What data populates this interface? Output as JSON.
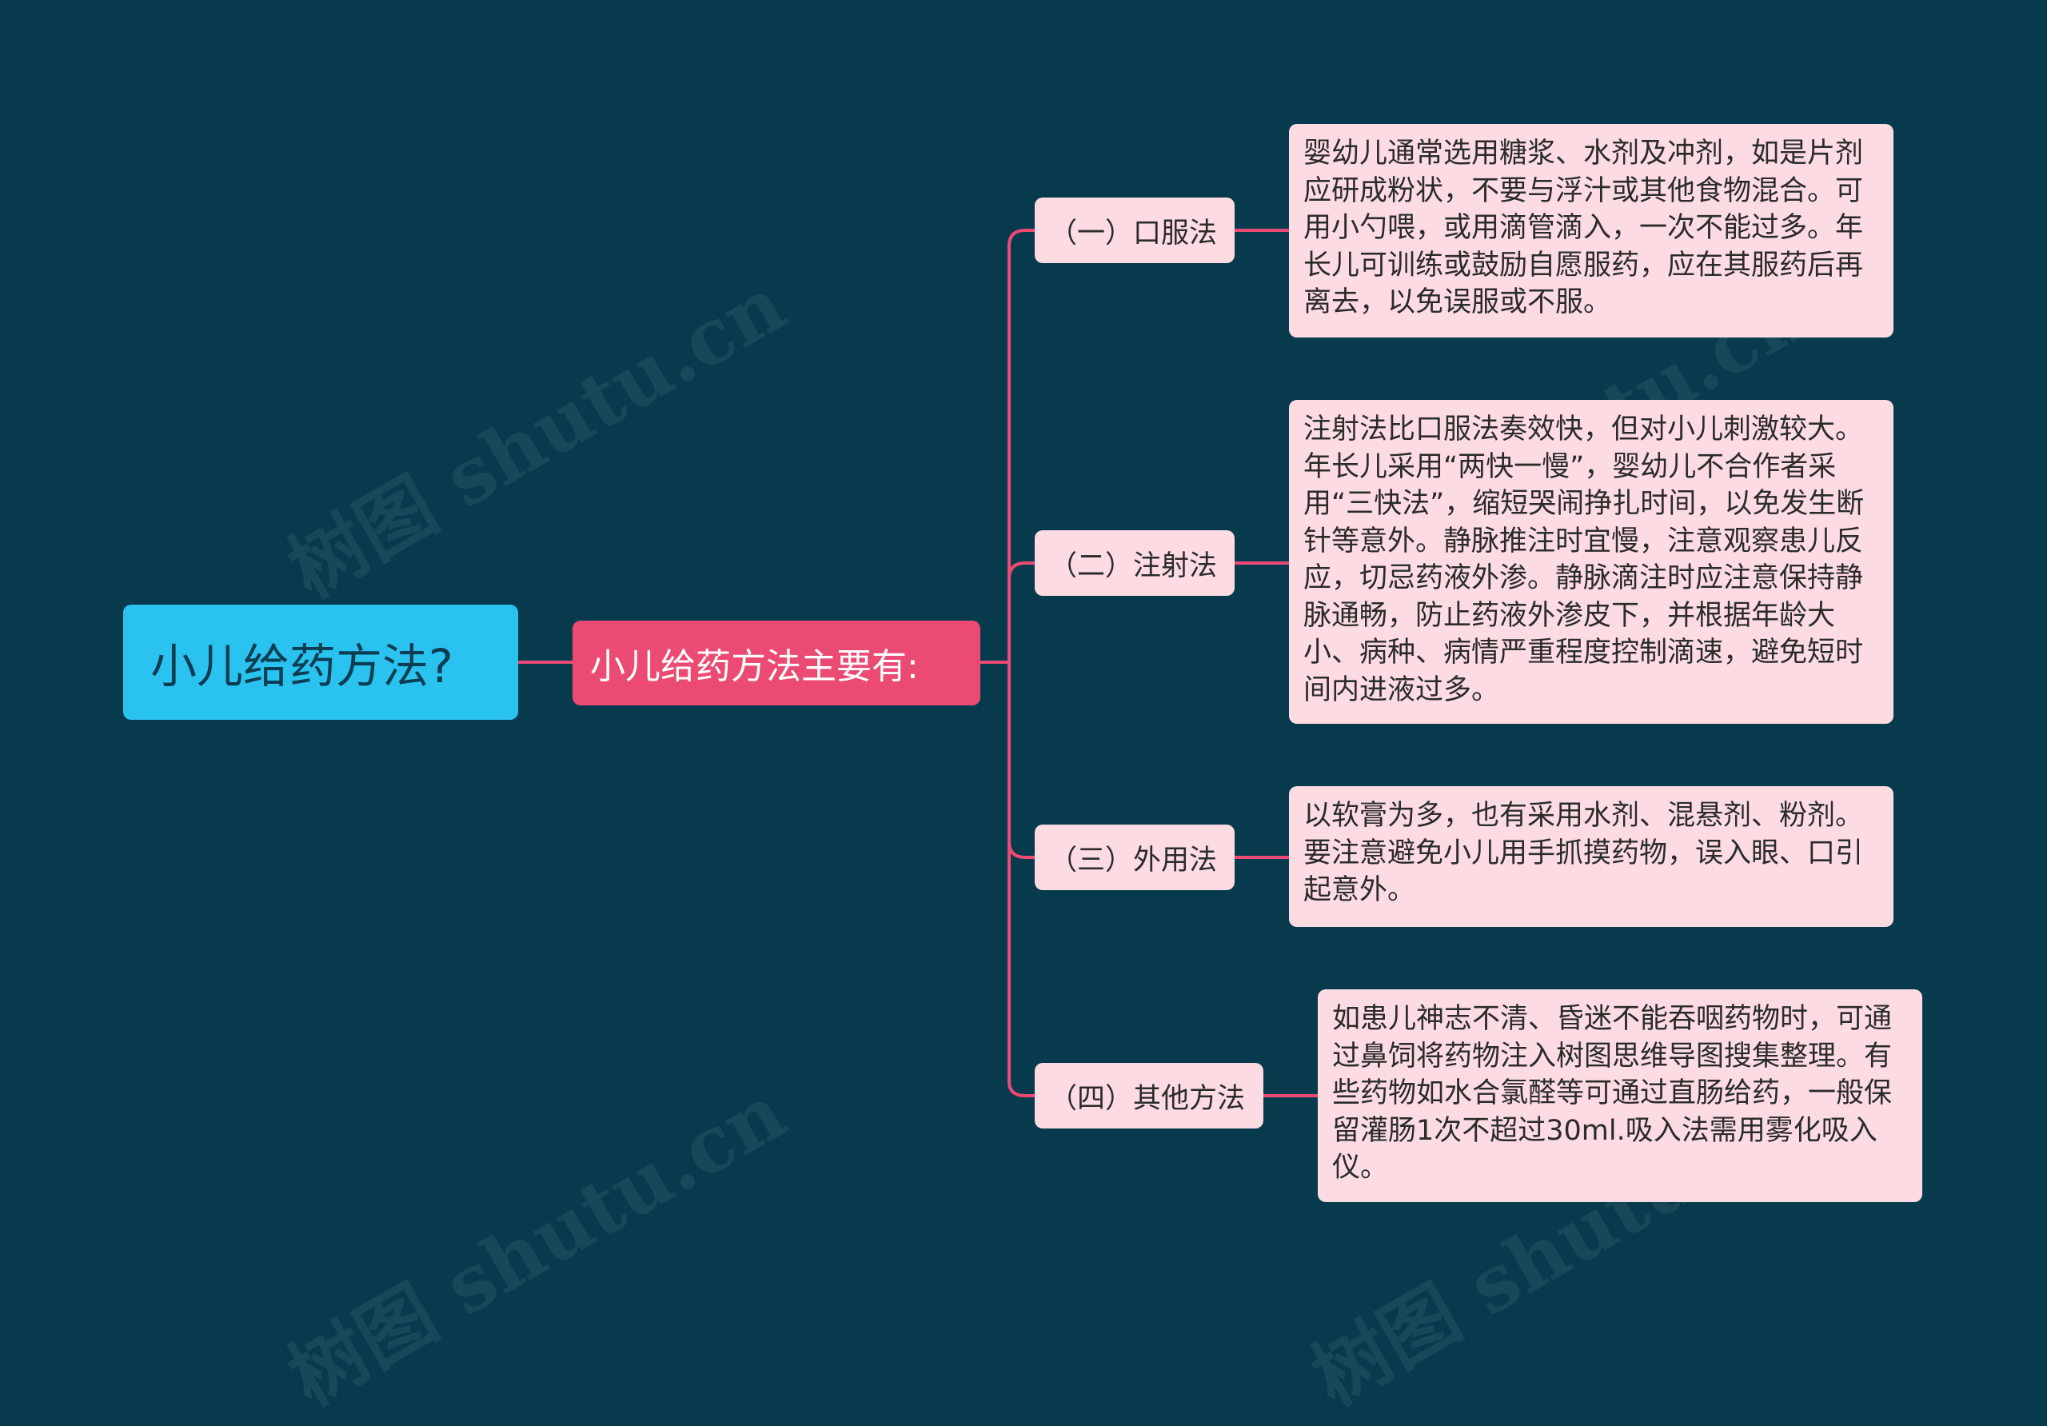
{
  "root": {
    "label": "小儿给药方法?"
  },
  "hub": {
    "label": "小儿给药方法主要有:"
  },
  "branches": [
    {
      "label": "（一）口服法",
      "detail": "婴幼儿通常选用糖浆、水剂及冲剂，如是片剂应研成粉状，不要与浮汁或其他食物混合。可用小勺喂，或用滴管滴入，一次不能过多。年长儿可训练或鼓励自愿服药，应在其服药后再离去，以免误服或不服。"
    },
    {
      "label": "（二）注射法",
      "detail": "注射法比口服法奏效快，但对小儿刺激较大。年长儿采用“两快一慢”，婴幼儿不合作者采用“三快法”，缩短哭闹挣扎时间，以免发生断针等意外。静脉推注时宜慢，注意观察患儿反应，切忌药液外渗。静脉滴注时应注意保持静脉通畅，防止药液外渗皮下，并根据年龄大小、病种、病情严重程度控制滴速，避免短时间内进液过多。"
    },
    {
      "label": "（三）外用法",
      "detail": "以软膏为多，也有采用水剂、混悬剂、粉剂。要注意避免小儿用手抓摸药物，误入眼、口引起意外。"
    },
    {
      "label": "（四）其他方法",
      "detail": "如患儿神志不清、昏迷不能吞咽药物时，可通过鼻饲将药物注入树图思维导图搜集整理。有些药物如水合氯醛等可通过直肠给药，一般保留灌肠1次不超过30ml.吸入法需用雾化吸入仪。"
    }
  ],
  "watermark": "树图 shutu.cn",
  "colors": {
    "background": "#083a4e",
    "root": "#2ac3ef",
    "hub": "#eb4a72",
    "node": "#fcdce2",
    "connector": "#eb4a72"
  }
}
